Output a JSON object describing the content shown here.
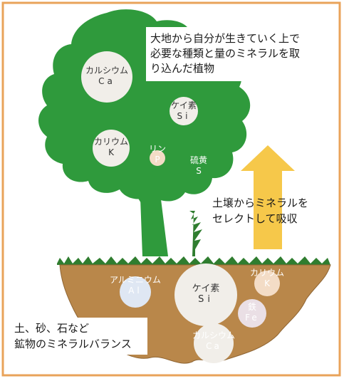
{
  "colors": {
    "border": "#e9a35a",
    "tree": "#2f9a3c",
    "tree_dark": "#217a2d",
    "soil": "#b9874a",
    "soil_dark": "#8f6533",
    "circle": "#f1eee9",
    "circle_blue": "#dfe7f3",
    "circle_orange": "#f3dcc6",
    "circle_purple": "#eadfe5",
    "arrow_yellow": "#f6c84a",
    "grass": "#2f7d2f"
  },
  "callout_top": {
    "line1": "大地から自分が生きていく上で",
    "line2": "必要な種類と量のミネラルを取",
    "line3": "り込んだ植物"
  },
  "callout_middle": {
    "line1": "土壌からミネラルを",
    "line2": "セレクトして吸収"
  },
  "callout_bottom": {
    "line1": "土、砂、石など",
    "line2": "鉱物のミネラルバランス"
  },
  "tree_minerals": {
    "calcium": {
      "name": "カルシウム",
      "symbol": "Ca"
    },
    "silicon": {
      "name": "ケイ素",
      "symbol": "Si"
    },
    "potassium": {
      "name": "カリウム",
      "symbol": "K"
    },
    "phosphorus": {
      "name": "リン",
      "symbol": "P"
    },
    "sulfur": {
      "name": "硫黄",
      "symbol": "S"
    }
  },
  "soil_minerals": {
    "aluminium": {
      "name": "アルミニウム",
      "symbol": "Al"
    },
    "silicon": {
      "name": "ケイ素",
      "symbol": "Si"
    },
    "potassium": {
      "name": "カリウム",
      "symbol": "K"
    },
    "iron": {
      "name": "鉄",
      "symbol": "Fe"
    },
    "calcium": {
      "name": "カルシウム",
      "symbol": "Ca"
    }
  }
}
